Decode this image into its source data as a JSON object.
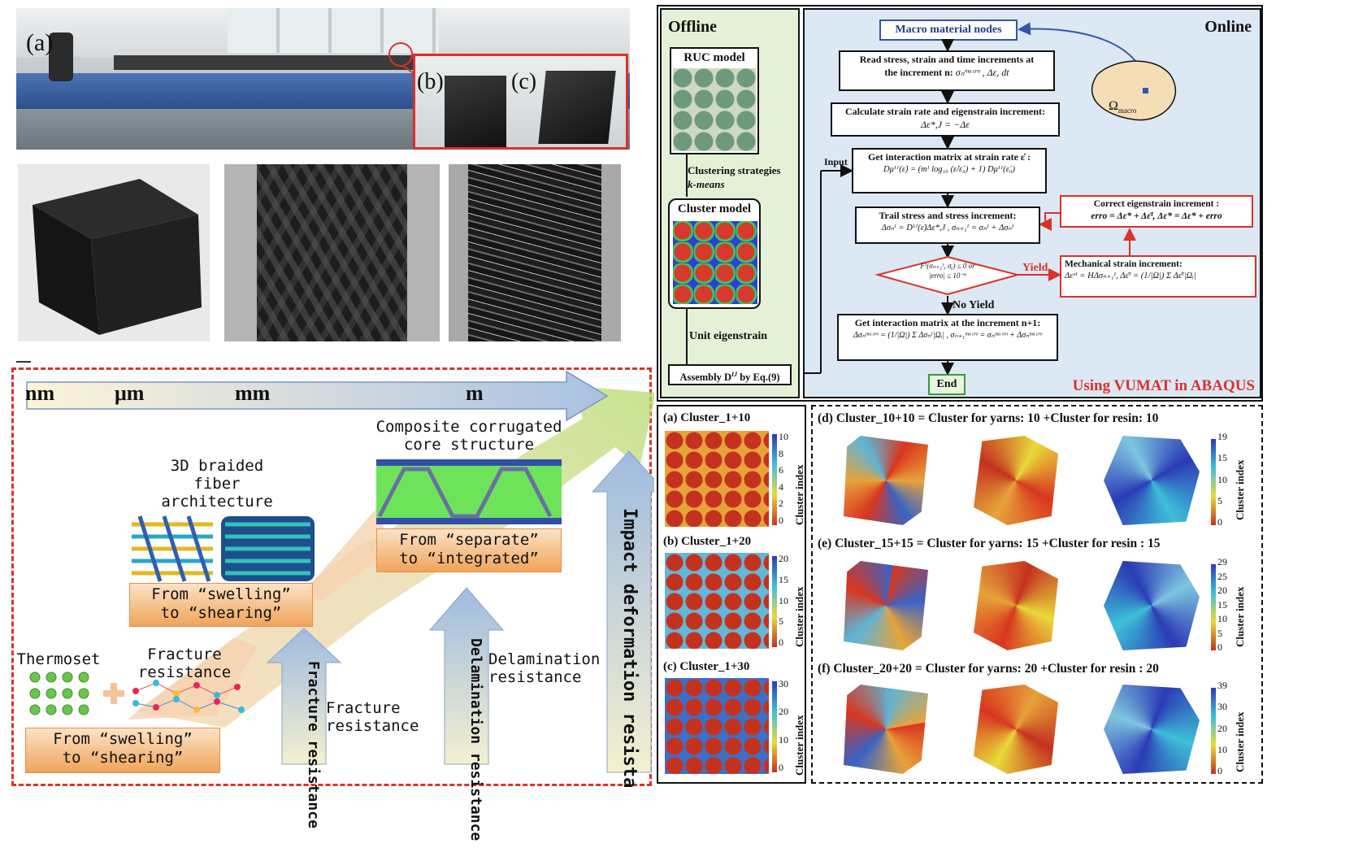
{
  "photos": {
    "label_a": "(a)",
    "label_b": "(b)",
    "label_c": "(c)"
  },
  "scale_bar": {
    "units": [
      "nm",
      "μm",
      "mm",
      "m"
    ]
  },
  "multiscale": {
    "braided_title": "3D braided fiber architecture",
    "braided_box": "From “swelling” to “shearing”",
    "corrugated_title": "Composite corrugated core structure",
    "corrugated_box": "From “separate” to “integrated”",
    "thermoset": "Thermoset",
    "fracture_res_top": "Fracture resistance",
    "thermoset_box": "From “swelling” to “shearing”",
    "arrow1_text": "Fracture resistance",
    "fracture_res_bottom": "Fracture resistance",
    "arrow2_text": "Delamination resistance",
    "delam_res": "Delamination resistance",
    "arrow3_text": "Impact deformation resista"
  },
  "flowchart": {
    "offline_title": "Offline",
    "online_title": "Online",
    "ruc_model": "RUC model",
    "clustering": "Clustering strategies",
    "kmeans": "k-means",
    "cluster_model": "Cluster model",
    "unit_eigenstrain": "Unit eigenstrain",
    "assembly": "Assembly D",
    "assembly_sup": "IJ",
    "assembly_tail": " by Eq.(9)",
    "macro_nodes": "Macro material nodes",
    "read_stress_1": "Read stress, strain and time increments at",
    "read_stress_2": "the increment n:",
    "read_stress_eq": "σₙᵐᵃᶜʳᵒ ,  Δε,  dt",
    "calc_strain": "Calculate strain rate and eigenstrain increment:",
    "calc_strain_eq": "Δε*,J = −Δε",
    "input_label": "Input",
    "interaction": "Get interaction matrix at strain rate ε̇ :",
    "interaction_eq": "Dμᴵᴶ(ε̇) = (mᴵ log₁₀ (ε̇/ε̇₀) + 1) Dμᴵᴶ(ε̇₀)",
    "trail": "Trail stress and stress increment:",
    "trail_eq": "Δσₙᴵ = Dᴵᴶ(ε̇)Δε*,J ,   σₙ₊₁ᴵ = σₙᴵ + Δσₙᴵ",
    "yield_cond_1": "Fᴵ(σₙ₊₁ᴵ, σᵧ) ≤ 0 or",
    "yield_cond_2": "|erro| ≤ 10⁻⁶",
    "yield": "Yield",
    "no_yield": "No Yield",
    "correct_eig": "Correct eigenstrain increment :",
    "correct_eig_eq": "erro = Δε* + Δε̄ᴵ,  Δε* = Δε* + erro",
    "mech_strain": "Mechanical strain increment:",
    "mech_strain_eq": "Δεᵉᴵ = HΔσₙ₊₁ᴵ,  Δε̄ᴵ = (1/|Ω|) Σ Δε̄ᴵ|Ωᵢ|",
    "interaction_n1": "Get interaction matrix at the increment n+1:",
    "interaction_n1_eq": "Δσₙᵐᵃᶜʳᵒ = (1/|Ω|) Σ Δσₙᴵ|Ωᵢ| ,  σₙ₊₁ᵐᵃᶜʳᵒ = σₙᵐᵃᶜʳᵒ + Δσₙᵐᵃᶜʳᵒ",
    "end": "End",
    "omega": "Ω",
    "omega_sub": "macro",
    "vumat": "Using VUMAT in ABAQUS"
  },
  "clusters_left": [
    {
      "label": "(a) Cluster_1+10",
      "ticks": [
        "10",
        "8",
        "6",
        "4",
        "2",
        "0"
      ]
    },
    {
      "label": "(b) Cluster_1+20",
      "ticks": [
        "20",
        "15",
        "10",
        "5",
        "0"
      ]
    },
    {
      "label": "(c) Cluster_1+30",
      "ticks": [
        "30",
        "20",
        "10",
        "0"
      ]
    }
  ],
  "clusters_right": [
    {
      "label": "(d) Cluster_10+10 = Cluster for yarns: 10 +Cluster for resin: 10",
      "ticks": [
        "19",
        "15",
        "10",
        "5",
        "0"
      ]
    },
    {
      "label": "(e) Cluster_15+15 = Cluster for yarns: 15 +Cluster for resin : 15",
      "ticks": [
        "29",
        "25",
        "20",
        "15",
        "10",
        "5",
        "0"
      ]
    },
    {
      "label": "(f) Cluster_20+20 = Cluster for yarns: 20 +Cluster for resin : 20",
      "ticks": [
        "39",
        "30",
        "20",
        "10",
        "0"
      ]
    }
  ],
  "cluster_index_label": "Cluster index",
  "colors": {
    "accent_red": "#d9322b",
    "offline_bg": "#e4f1d6",
    "online_bg": "#dce8f3",
    "arrow_blue": "#b9cfe8",
    "orange": "#f0a45a",
    "green_core": "#6de35a"
  }
}
